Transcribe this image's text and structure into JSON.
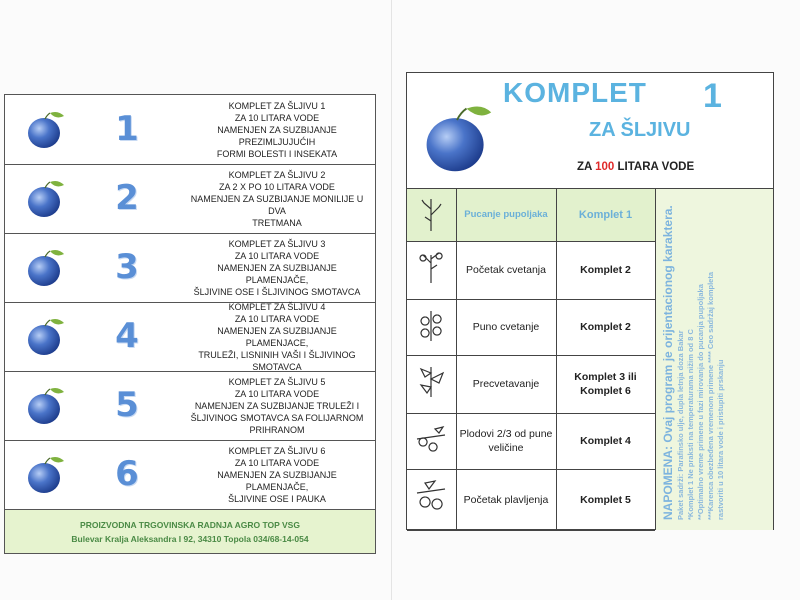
{
  "left_panel": {
    "items": [
      {
        "number": "1",
        "lines": [
          "KOMPLET ZA ŠLJIVU 1",
          "ZA 10 LITARA VODE",
          "NAMENJEN ZA SUZBIJANJE PREZIMLJUJUĆIH",
          "FORMI BOLESTI I INSEKATA"
        ]
      },
      {
        "number": "2",
        "lines": [
          "KOMPLET ZA ŠLJIVU 2",
          "ZA 2 X PO 10 LITARA VODE",
          "NAMENJEN ZA SUZBIJANJE MONILIJE U DVA",
          "TRETMANA"
        ]
      },
      {
        "number": "3",
        "lines": [
          "KOMPLET ZA ŠLJIVU 3",
          "ZA 10 LITARA VODE",
          "NAMENJEN ZA SUZBIJANJE PLAMENJAČE,",
          "ŠLJIVINE OSE I ŠLJIVINOG SMOTAVCA"
        ]
      },
      {
        "number": "4",
        "lines": [
          "KOMPLET ZA ŠLJIVU 4",
          "ZA 10 LITARA VODE",
          "NAMENJEN ZA SUZBIJANJE PLAMENJACE,",
          "TRULEŽI, LISNINIH VAŠI I ŠLJIVINOG",
          "SMOTAVCA"
        ]
      },
      {
        "number": "5",
        "lines": [
          "KOMPLET ZA ŠLJIVU 5",
          "ZA 10 LITARA VODE",
          "NAMENJEN ZA SUZBIJANJE TRULEŽI I",
          "ŠLJIVINOG SMOTAVCA SA FOLIJARNOM",
          "PRIHRANOM"
        ]
      },
      {
        "number": "6",
        "lines": [
          "KOMPLET ZA ŠLJIVU 6",
          "ZA 10 LITARA VODE",
          "NAMENJEN ZA SUZBIJANJE PLAMENJAČE,",
          "ŠLJIVINE OSE I PAUKA"
        ]
      }
    ],
    "footer": {
      "line1": "PROIZVODNA TRGOVINSKA RADNJA AGRO TOP VSG",
      "line2": "Bulevar Kralja Aleksandra I 92, 34310 Topola  034/68-14-054"
    }
  },
  "right_panel": {
    "title": "KOMPLET",
    "number": "1",
    "subtitle": "ZA ŠLJIVU",
    "water_prefix": "ZA ",
    "water_amount": "100",
    "water_suffix": " LITARA VODE",
    "rows": [
      {
        "stage": "Pucanje pupoljaka",
        "kit": "Komplet 1"
      },
      {
        "stage": "Početak cvetanja",
        "kit": "Komplet 2"
      },
      {
        "stage": "Puno cvetanje",
        "kit": "Komplet 2"
      },
      {
        "stage": "Precvetavanje",
        "kit": "Komplet 3  ili Komplet 6"
      },
      {
        "stage": "Plodovi 2/3 od pune veličine",
        "kit": "Komplet  4"
      },
      {
        "stage": "Početak plavljenja",
        "kit": "Komplet  5"
      }
    ],
    "note": {
      "title": "NAPOMENA: Ovaj program je orijentacionog karaktera.",
      "lines": [
        "Paket sadrži:  Parafinsko ulje, dupla letnja doza Bakar",
        "*Komplet 1 Ne praksti na temperaturama nižim od 8 C",
        "**Optimalno vreme primene u fazi mirovanja do pucanja pupoljaka",
        "***Karenca  obezbeđena  vremenom  primene  **** Ceo sadržaj kompleta",
        "rastvoriti u 10 litara vode i pristupiti prskanju"
      ]
    }
  },
  "colors": {
    "accent_blue": "#5bb3e0",
    "number_blue": "#5a8fd6",
    "green_band": "#e6f3cf",
    "red": "#e02a2a"
  }
}
